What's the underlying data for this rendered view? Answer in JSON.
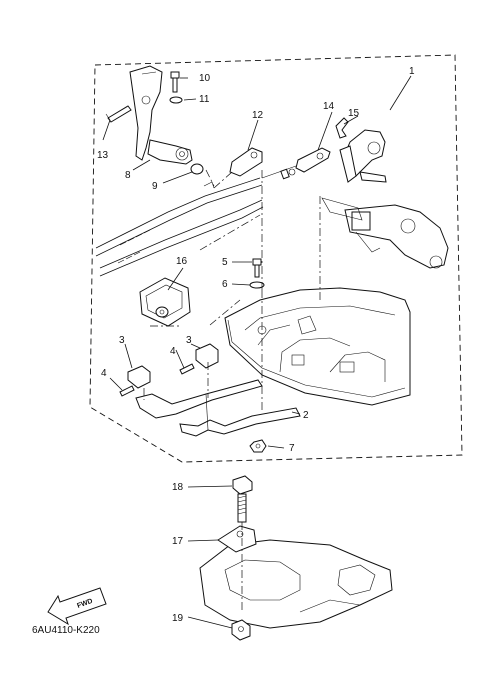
{
  "diagram": {
    "part_numbers": {
      "p1": "1",
      "p2": "2",
      "p3a": "3",
      "p3b": "3",
      "p4a": "4",
      "p4b": "4",
      "p5": "5",
      "p6": "6",
      "p7": "7",
      "p8": "8",
      "p9": "9",
      "p10": "10",
      "p11": "11",
      "p12": "12",
      "p13": "13",
      "p14": "14",
      "p15": "15",
      "p16": "16",
      "p17": "17",
      "p18": "18",
      "p19": "19"
    },
    "drawing_code": "6AU4110-K220",
    "fwd_label": "FWD"
  }
}
